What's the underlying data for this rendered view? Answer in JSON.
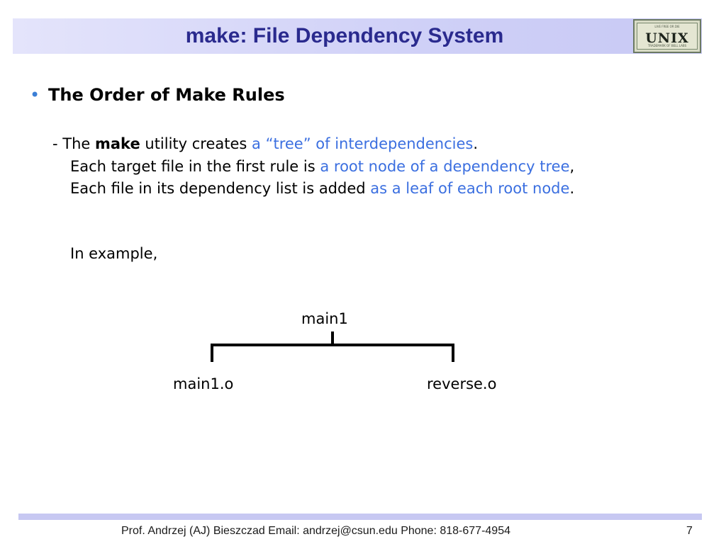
{
  "slide": {
    "title": "make: File Dependency System",
    "logo": {
      "word": "UNIX",
      "tagline_top": "LIVE FREE OR DIE",
      "tagline_bottom": "TRADEMARK OF BELL LABS"
    },
    "heading": "The Order of Make Rules",
    "bullet_glyph": "•",
    "paragraph1": {
      "prefix": "- The ",
      "keyword": "make",
      "middle": " utility creates ",
      "highlight": "a “tree” of interdependencies",
      "suffix": "."
    },
    "paragraph2": {
      "prefix": "Each target file in the first rule is ",
      "highlight": "a root node of a dependency tree",
      "suffix": ","
    },
    "paragraph3": {
      "prefix": "Each file in its dependency list is added ",
      "highlight": "as a leaf of each root node",
      "suffix": "."
    },
    "example_intro": "In example,",
    "tree": {
      "root": "main1",
      "leaves": [
        "main1.o",
        "reverse.o"
      ]
    }
  },
  "footer": {
    "text": "Prof. Andrzej (AJ) Bieszczad Email: andrzej@csun.edu Phone: 818-677-4954",
    "page": "7"
  },
  "colors": {
    "title_text": "#2a2a8e",
    "title_bar": "#cfd0f7",
    "highlight": "#3b6fe0",
    "bullet": "#3b7fd6",
    "footer_bar": "#c7c8f2"
  },
  "icons": {
    "logo": "unix-logo-icon"
  }
}
